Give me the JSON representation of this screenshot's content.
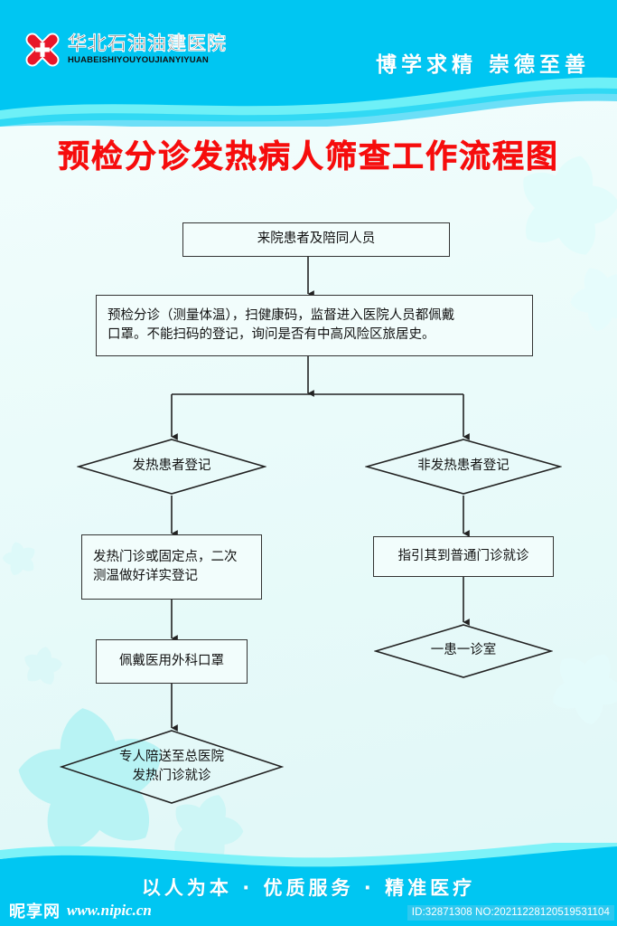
{
  "poster": {
    "title": "预检分诊发热病人筛查工作流程图",
    "title_color": "#f60d0d",
    "background_color": "#eafbfa",
    "accent_color": "#00c6f2"
  },
  "header": {
    "hospital_name_cn": "华北石油油建医院",
    "hospital_name_pinyin": "HUABEISHIYOUYOUJIANYIYUAN",
    "slogan": "博学求精  崇德至善",
    "logo_icon": "red-cross-medical-logo-icon",
    "band_color": "#00c6f2",
    "band_accent_color": "#6ef0f7"
  },
  "flowchart": {
    "nodes": [
      {
        "id": "n1",
        "shape": "rect",
        "text": "来院患者及陪同人员"
      },
      {
        "id": "n2",
        "shape": "rect",
        "line1": "预检分诊（测量体温），扫健康码，监督进入医院人员都佩戴",
        "line2": "口罩。不能扫码的登记，询问是否有中高风险区旅居史。"
      },
      {
        "id": "n3",
        "shape": "diamond",
        "text": "发热患者登记"
      },
      {
        "id": "n4",
        "shape": "diamond",
        "text": "非发热患者登记"
      },
      {
        "id": "n5",
        "shape": "rect",
        "line1": "发热门诊或固定点，二次",
        "line2": "测温做好详实登记"
      },
      {
        "id": "n6",
        "shape": "rect",
        "text": "指引其到普通门诊就诊"
      },
      {
        "id": "n7",
        "shape": "rect",
        "text": "佩戴医用外科口罩"
      },
      {
        "id": "n8",
        "shape": "diamond",
        "text": "一患一诊室"
      },
      {
        "id": "n9",
        "shape": "diamond",
        "line1": "专人陪送至总医院",
        "line2": "发热门诊就诊"
      }
    ],
    "edges": [
      {
        "from": "n1",
        "to": "n2",
        "type": "arrow-down"
      },
      {
        "from": "n2",
        "to": "n3",
        "type": "split-left-arrow-down"
      },
      {
        "from": "n2",
        "to": "n4",
        "type": "split-right-arrow-down"
      },
      {
        "from": "n3",
        "to": "n5",
        "type": "arrow-down"
      },
      {
        "from": "n4",
        "to": "n6",
        "type": "arrow-down"
      },
      {
        "from": "n5",
        "to": "n7",
        "type": "arrow-down"
      },
      {
        "from": "n6",
        "to": "n8",
        "type": "arrow-down"
      },
      {
        "from": "n7",
        "to": "n9",
        "type": "arrow-down"
      }
    ]
  },
  "footer": {
    "slogan": "以人为本 · 优质服务 · 精准医疗",
    "watermark_logo": "昵享网",
    "watermark_url": "www.nipic.cn",
    "id_text": "ID:32871308 NO:20211228120519531104",
    "band_color": "#00c6f2"
  }
}
